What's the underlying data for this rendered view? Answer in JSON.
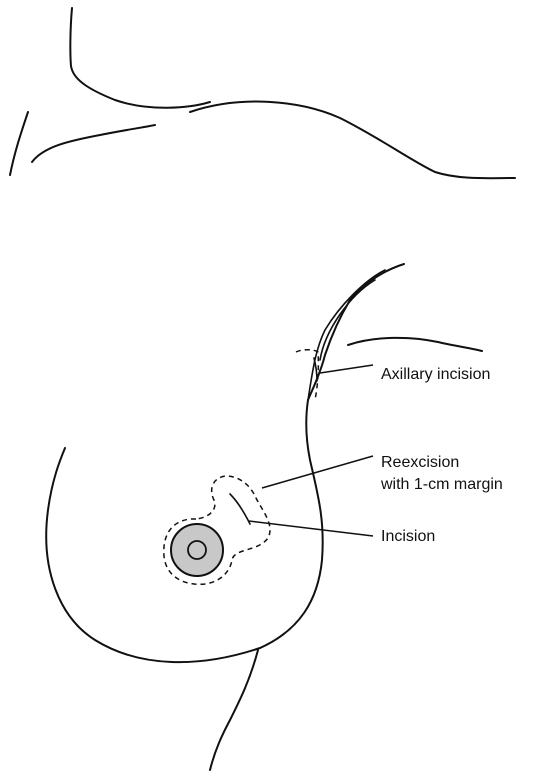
{
  "figure": {
    "labels": {
      "axillary_incision": "Axillary incision",
      "reexcision_line1": "Reexcision",
      "reexcision_line2": "with 1-cm margin",
      "incision": "Incision"
    },
    "colors": {
      "ink": "#111111",
      "areola_fill": "#c8c8c8",
      "background": "#ffffff"
    }
  }
}
